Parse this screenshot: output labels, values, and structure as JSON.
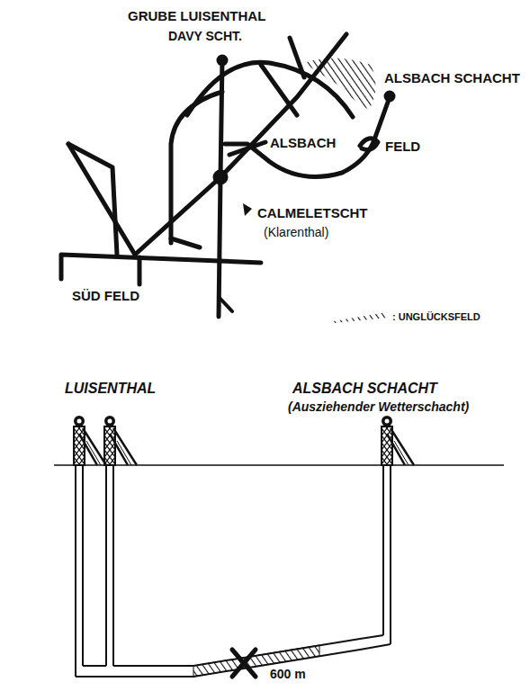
{
  "diagram": {
    "labels": [
      "GRUBE LUISENTHAL",
      "DAVY SCHT.",
      "ALSBACH SCHACHT",
      "ALSBACH",
      "FELD",
      "CALMELETSCHT",
      "(Klarenthal)",
      "SÜD FELD",
      "LUISENTHAL",
      "ALSBACH SCHACHT",
      "(Ausziehender Wetterschacht)",
      "600 m"
    ],
    "legend": [
      {
        "text": ": UNGLÜCKSFELD"
      }
    ]
  }
}
